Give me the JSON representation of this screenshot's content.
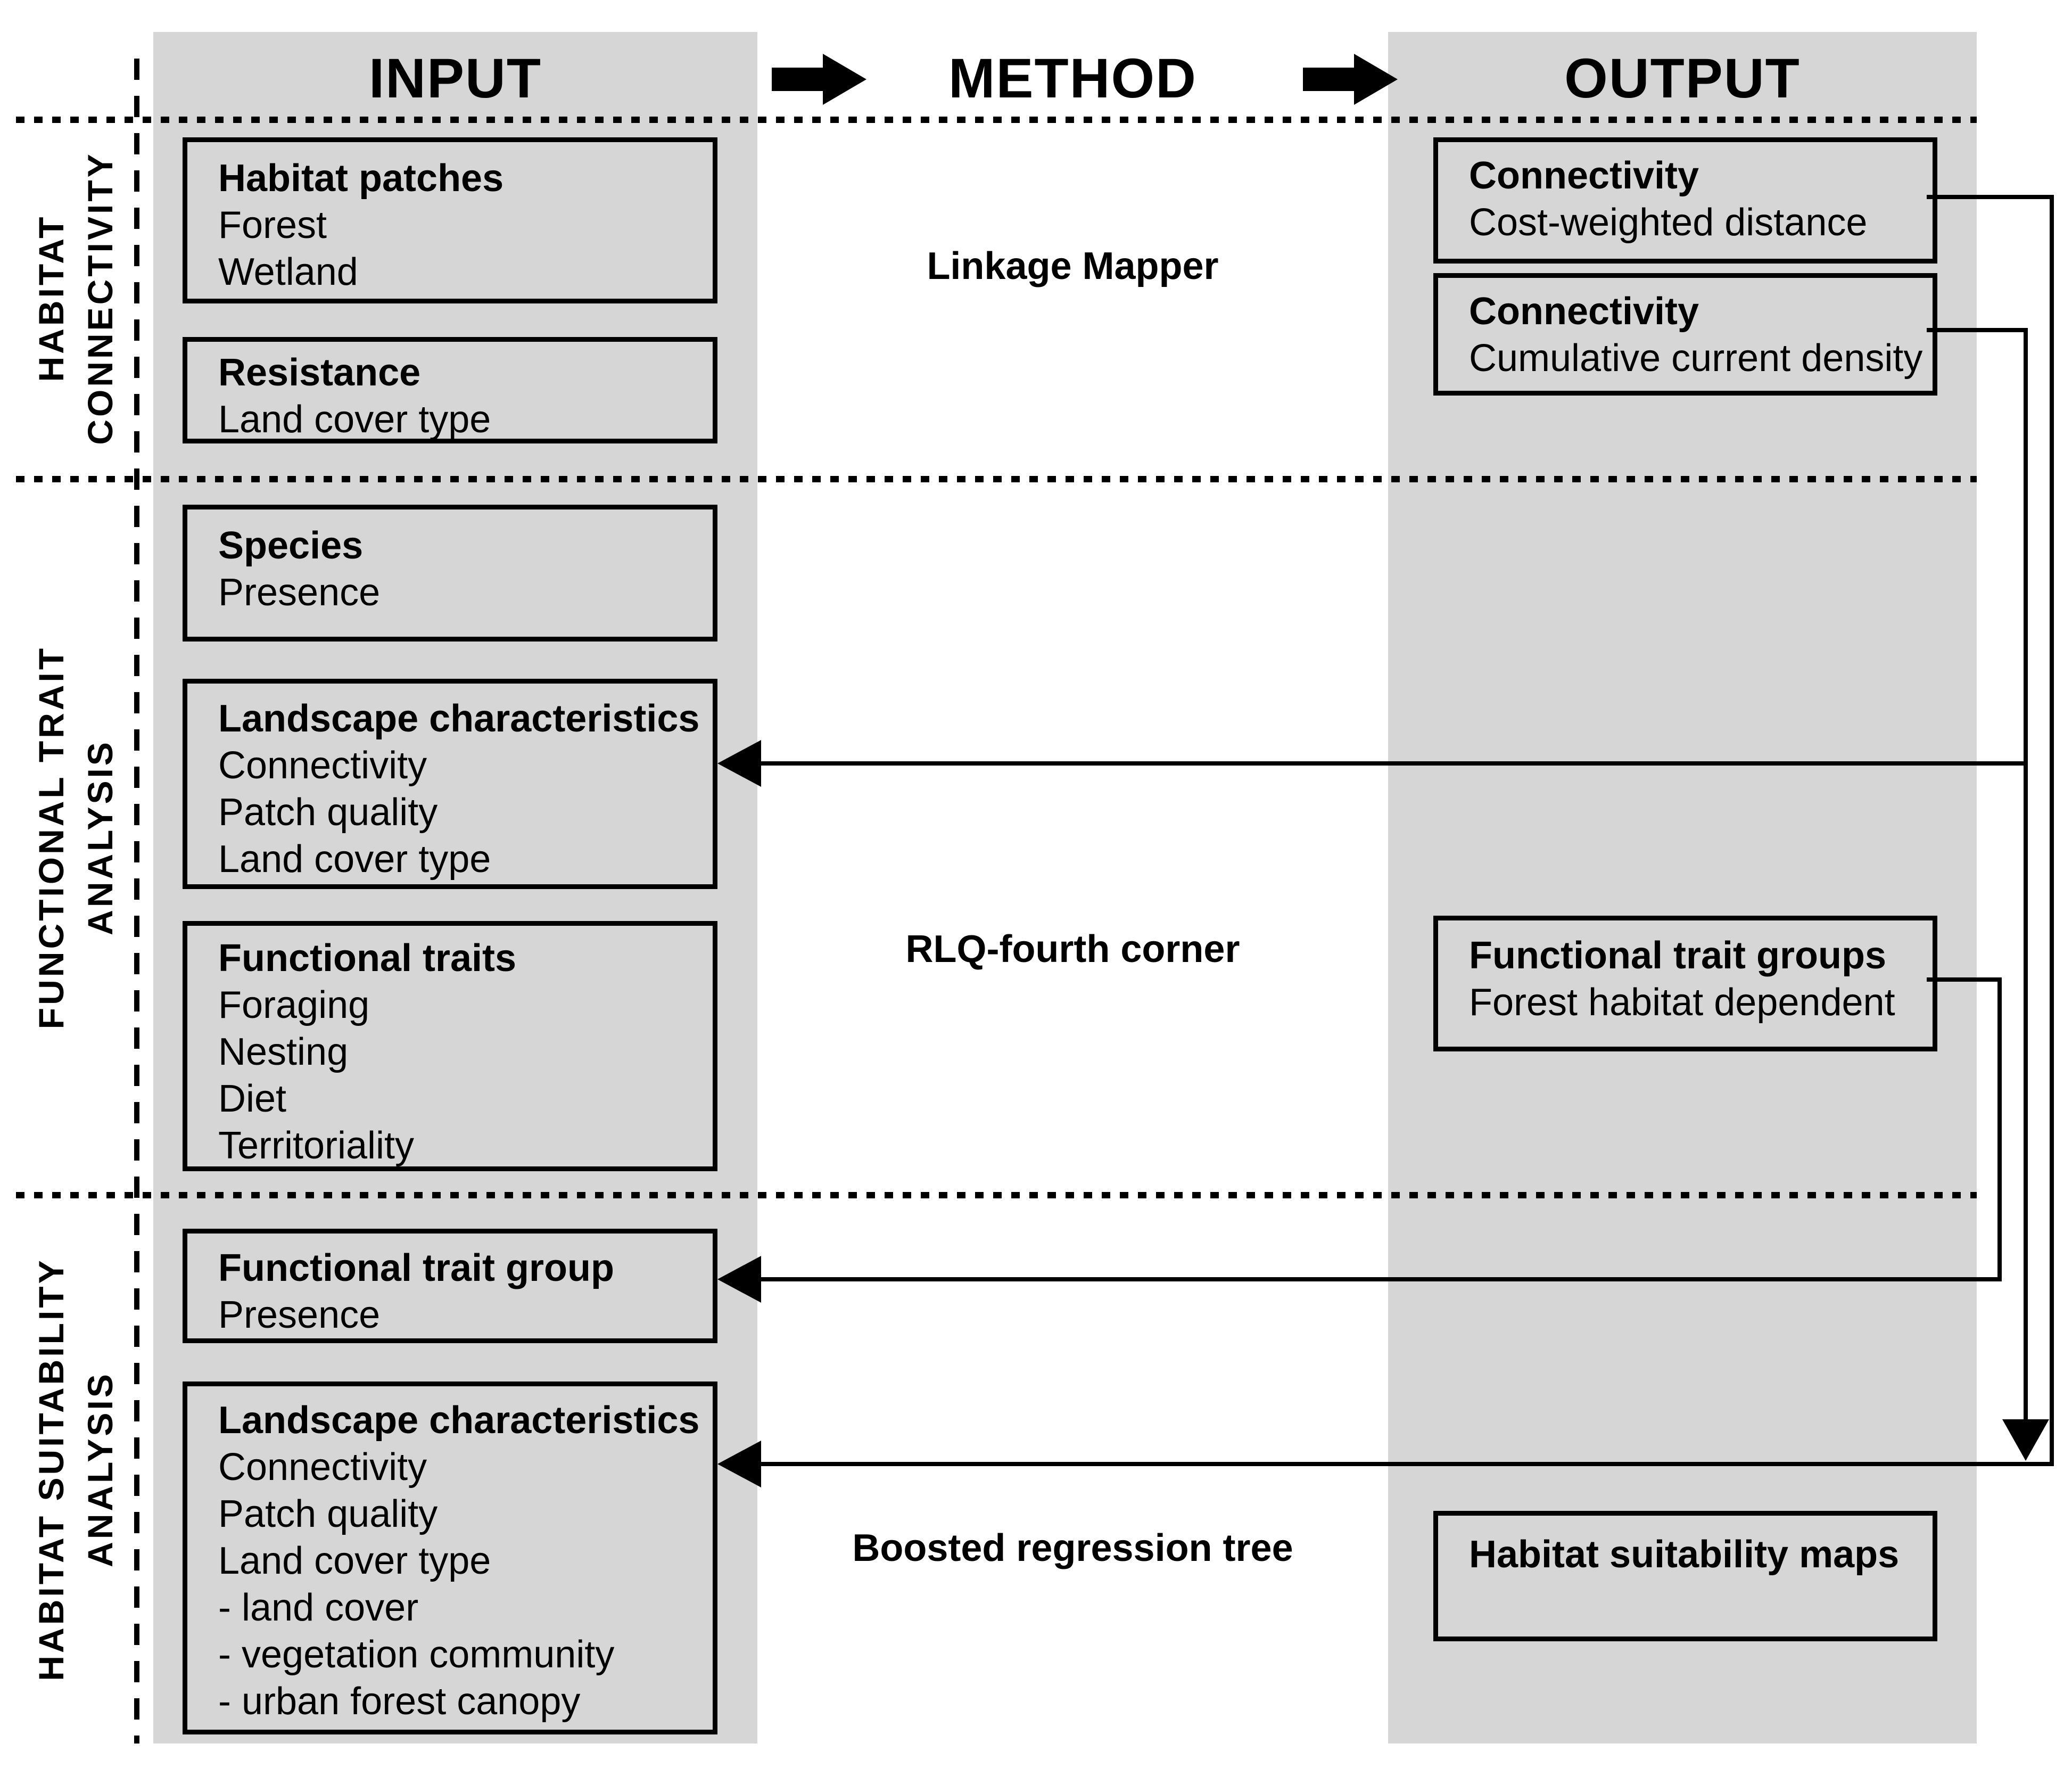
{
  "header": {
    "input": "INPUT",
    "method": "METHOD",
    "output": "OUTPUT"
  },
  "colors": {
    "band": "#d6d6d6",
    "ink": "#000000"
  },
  "sections": [
    {
      "label": {
        "line1": "HABITAT",
        "line2": "CONNECTIVITY"
      },
      "method": "Linkage Mapper",
      "boxes": {
        "habitat_patches": {
          "title": "Habitat patches",
          "lines": [
            "Forest",
            "Wetland"
          ]
        },
        "resistance": {
          "title": "Resistance",
          "lines": [
            "Land cover type"
          ]
        },
        "connectivity_cwd": {
          "title": "Connectivity",
          "lines": [
            "Cost-weighted distance"
          ]
        },
        "connectivity_ccd": {
          "title": "Connectivity",
          "lines": [
            "Cumulative current density"
          ]
        }
      }
    },
    {
      "label": {
        "line1": "FUNCTIONAL TRAIT",
        "line2": "ANALYSIS"
      },
      "method": "RLQ-fourth corner",
      "boxes": {
        "species": {
          "title": "Species",
          "lines": [
            "Presence"
          ]
        },
        "landscape_characteristics": {
          "title": "Landscape characteristics",
          "lines": [
            "Connectivity",
            "Patch quality",
            "Land cover type"
          ]
        },
        "functional_traits": {
          "title": "Functional traits",
          "lines": [
            "Foraging",
            "Nesting",
            "Diet",
            "Territoriality"
          ]
        },
        "functional_trait_groups": {
          "title": "Functional trait groups",
          "lines": [
            "Forest habitat dependent"
          ]
        }
      }
    },
    {
      "label": {
        "line1": "HABITAT SUITABILITY",
        "line2": "ANALYSIS"
      },
      "method": "Boosted regression tree",
      "boxes": {
        "functional_trait_group": {
          "title": "Functional trait group",
          "lines": [
            "Presence"
          ]
        },
        "landscape_characteristics": {
          "title": "Landscape characteristics",
          "lines": [
            "Connectivity",
            "Patch quality",
            "Land cover type",
            "- land cover",
            "- vegetation community",
            "- urban forest canopy"
          ]
        },
        "habitat_suitability_maps": {
          "title": "Habitat suitability maps",
          "lines": []
        }
      }
    }
  ]
}
